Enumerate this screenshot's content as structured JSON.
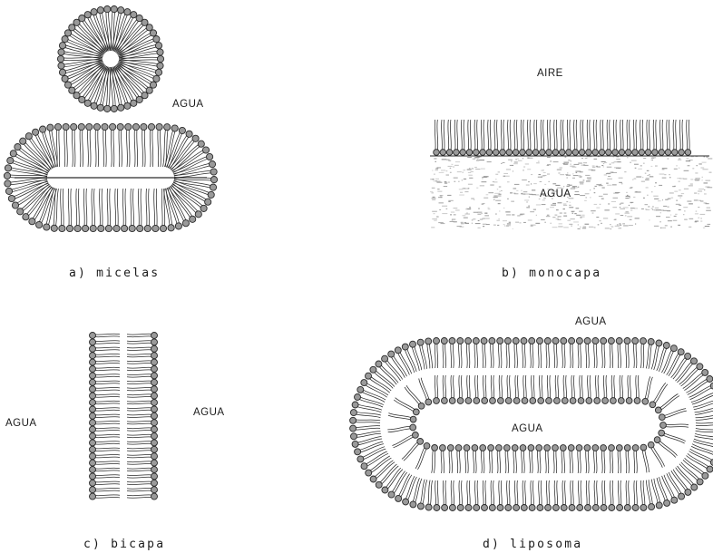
{
  "panels": {
    "micelas": {
      "caption": "a) micelas",
      "water_label": "AGUA"
    },
    "monocapa": {
      "caption": "b) monocapa",
      "air_label": "AIRE",
      "water_label": "AGUA"
    },
    "bicapa": {
      "caption": "c) bicapa",
      "water_left_label": "AGUA",
      "water_right_label": "AGUA"
    },
    "liposoma": {
      "caption": "d) liposoma",
      "water_outer_label": "AGUA",
      "water_inner_label": "AGUA"
    }
  },
  "colors": {
    "ink": "#2a2a2a",
    "head_fill": "#9a9a9a",
    "water_speckle": "#8c8c8c"
  }
}
